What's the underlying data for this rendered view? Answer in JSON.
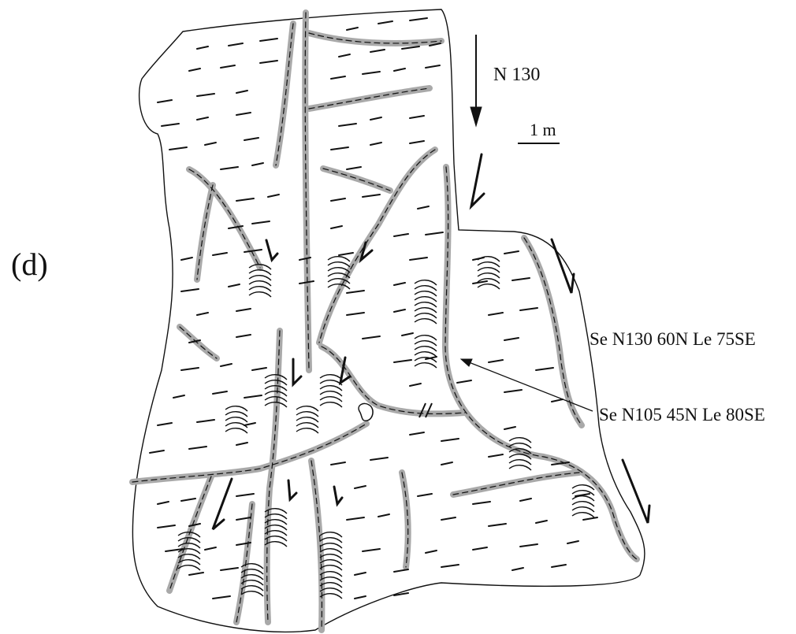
{
  "figure": {
    "panel_label": "(d)",
    "orientation_label": "N 130",
    "scale_label": "1 m",
    "annotations": [
      "Se N130 60N Le 75SE",
      "Se N105 45N Le 80SE"
    ]
  },
  "colors": {
    "background": "#ffffff",
    "ink": "#111111",
    "shear_band": "#a9a9a9"
  }
}
